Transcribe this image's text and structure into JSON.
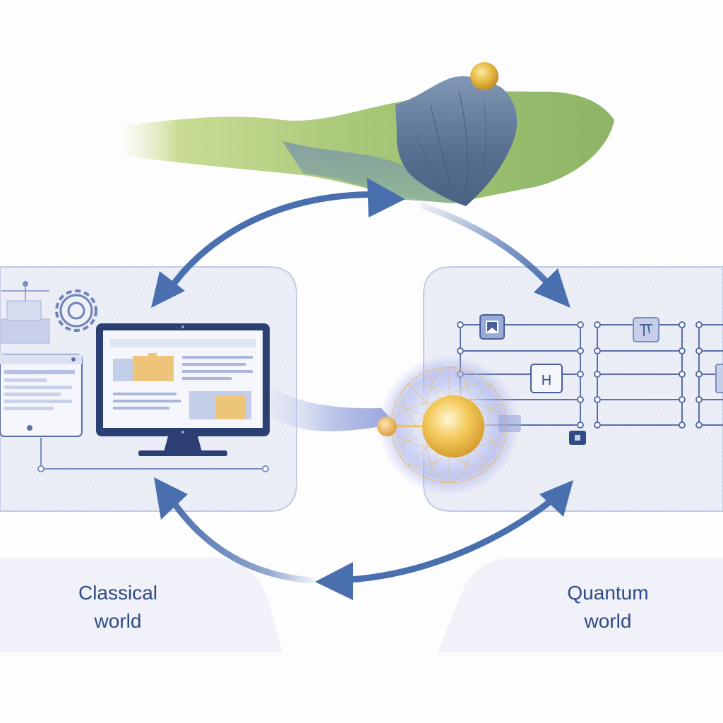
{
  "labels": {
    "classical": [
      "Classical",
      "world"
    ],
    "quantum": [
      "Quantum",
      "world"
    ]
  },
  "gate_letters": {
    "h_gate": "H"
  },
  "colors": {
    "accent_blue": "#4a6fae",
    "panel_fill": "#eef0f8",
    "panel_stroke": "#c3cbe3",
    "landscape_green": "#9fc26b",
    "well_blue": "#5f7796",
    "ball_gold": "#e0b43a",
    "label_blue": "#2f4a84"
  },
  "icons": [
    "landscape-icon",
    "computer-monitor-icon",
    "gear-icon",
    "browser-window-icon",
    "quantum-circuit-icon",
    "quantum-sphere-icon"
  ]
}
